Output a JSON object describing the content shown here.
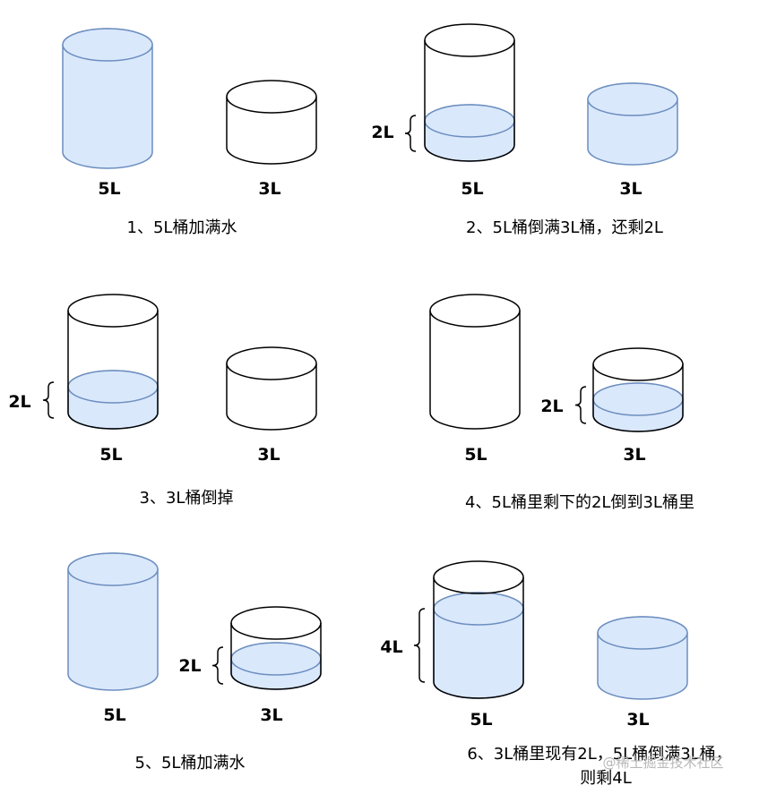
{
  "steps": [
    {
      "caption": "1、5L桶加满水",
      "label_5l": "5L",
      "label_3l": "3L"
    },
    {
      "caption": "2、5L桶倒满3L桶，还剩2L",
      "label_5l": "5L",
      "label_3l": "3L",
      "level_label": "2L"
    },
    {
      "caption": "3、3L桶倒掉",
      "label_5l": "5L",
      "label_3l": "3L",
      "level_label": "2L"
    },
    {
      "caption": "4、5L桶里剩下的2L倒到3L桶里",
      "label_5l": "5L",
      "label_3l": "3L",
      "level_label": "2L"
    },
    {
      "caption": "5、5L桶加满水",
      "label_5l": "5L",
      "label_3l": "3L",
      "level_label": "2L"
    },
    {
      "caption_line1": "6、3L桶里现有2L，5L桶倒满3L桶，",
      "caption_line2": "则剩4L",
      "label_5l": "5L",
      "label_3l": "3L",
      "level_label": "4L"
    }
  ],
  "watermark": "@稀土掘金技术社区",
  "colors": {
    "water_fill": "#dae8fc",
    "water_stroke": "#6c8ebf",
    "outline": "#000000"
  }
}
